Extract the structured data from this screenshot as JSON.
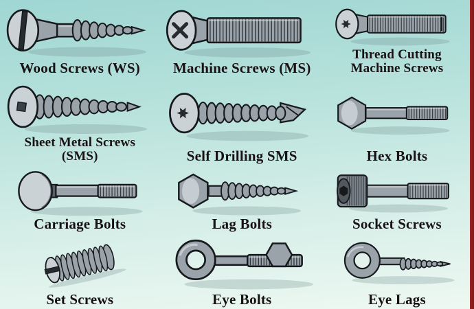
{
  "page": {
    "background_top_color": "#9fd6d3",
    "background_bottom_color": "#eef8f2",
    "right_border_color": "#8e1d1d",
    "label_color": "#191215"
  },
  "items": [
    {
      "label": "Wood Screws (WS)",
      "icon": "wood-screw-illustration",
      "type": "wood-screw"
    },
    {
      "label": "Machine Screws (MS)",
      "icon": "machine-screw-illustration",
      "type": "machine-screw"
    },
    {
      "label": "Thread Cutting\nMachine Screws",
      "icon": "thread-cutting-machine-screw-illustration",
      "type": "thread-cutting-screw"
    },
    {
      "label": "Sheet Metal Screws\n(SMS)",
      "icon": "sheet-metal-screw-illustration",
      "type": "sheet-metal-screw"
    },
    {
      "label": "Self Drilling SMS",
      "icon": "self-drilling-screw-illustration",
      "type": "self-drilling-screw"
    },
    {
      "label": "Hex Bolts",
      "icon": "hex-bolt-illustration",
      "type": "hex-bolt"
    },
    {
      "label": "Carriage Bolts",
      "icon": "carriage-bolt-illustration",
      "type": "carriage-bolt"
    },
    {
      "label": "Lag Bolts",
      "icon": "lag-bolt-illustration",
      "type": "lag-bolt"
    },
    {
      "label": "Socket Screws",
      "icon": "socket-screw-illustration",
      "type": "socket-screw"
    },
    {
      "label": "Set Screws",
      "icon": "set-screw-illustration",
      "type": "set-screw"
    },
    {
      "label": "Eye Bolts",
      "icon": "eye-bolt-illustration",
      "type": "eye-bolt"
    },
    {
      "label": "Eye Lags",
      "icon": "eye-lag-illustration",
      "type": "eye-lag"
    }
  ]
}
